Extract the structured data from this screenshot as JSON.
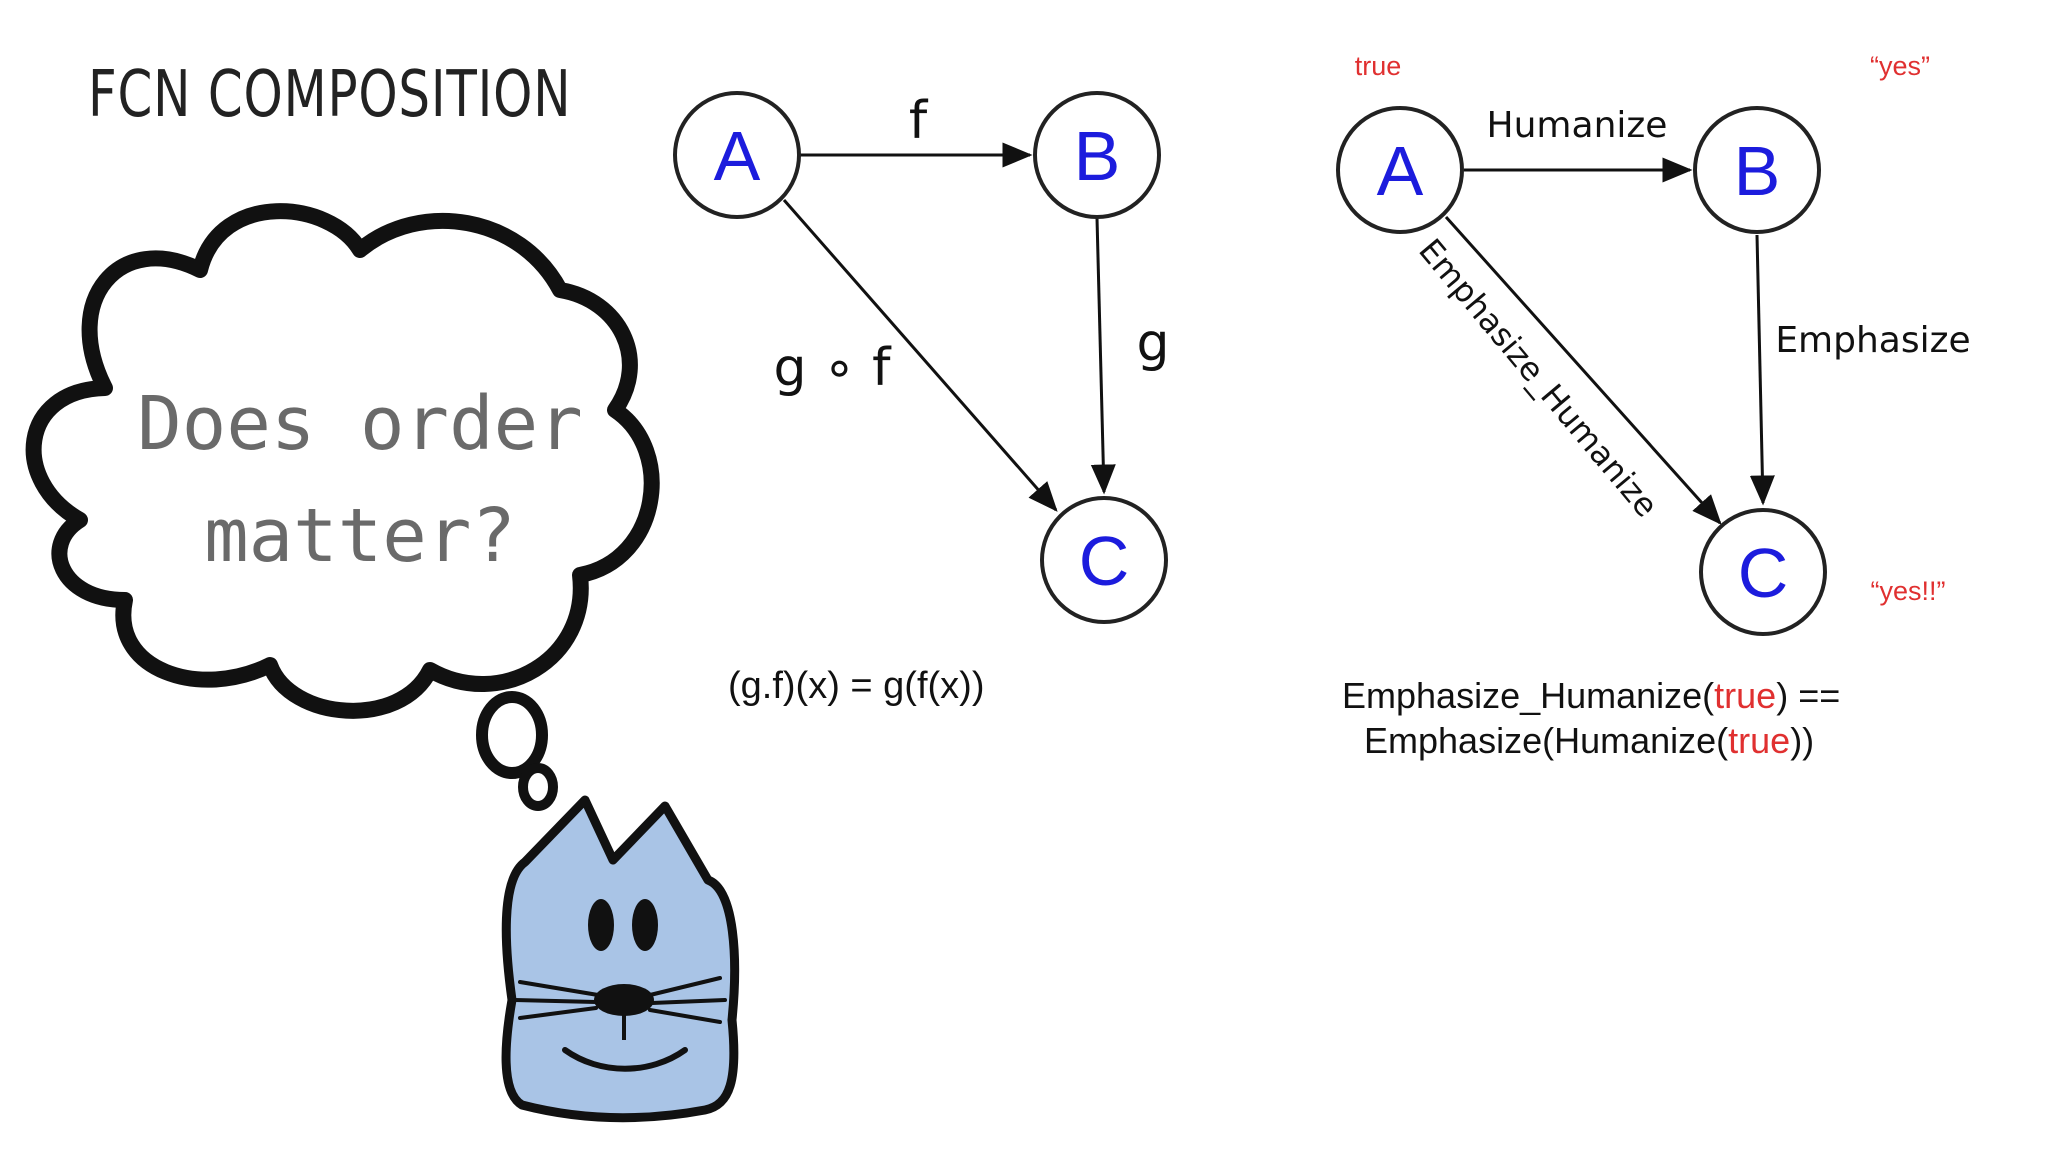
{
  "slide": {
    "title": "FCN COMPOSITION",
    "cloud_line1": "Does order",
    "cloud_line2": "matter?"
  },
  "diagram_left": {
    "nodes": {
      "a": "A",
      "b": "B",
      "c": "C"
    },
    "edges": {
      "ab": "f",
      "bc": "g",
      "ac": "g ∘ f"
    },
    "formula": "(g.f)(x) = g(f(x))"
  },
  "diagram_right": {
    "nodes": {
      "a": "A",
      "b": "B",
      "c": "C"
    },
    "edges": {
      "ab": "Humanize",
      "bc": "Emphasize",
      "ac": "Emphasize_Humanize"
    },
    "annotations": {
      "a": "true",
      "b": "“yes”",
      "c": "“yes!!”"
    },
    "formula_line1": {
      "part1": "Emphasize_Humanize(",
      "arg": "true",
      "part2": ") =="
    },
    "formula_line2": {
      "part1": "Emphasize(Humanize(",
      "arg": "true",
      "part2": "))"
    }
  },
  "colors": {
    "node_letter": "#1c1cdd",
    "annotation": "#e03030",
    "cat_body": "#a9c4e6",
    "cloud_text": "#6a6a6a"
  }
}
